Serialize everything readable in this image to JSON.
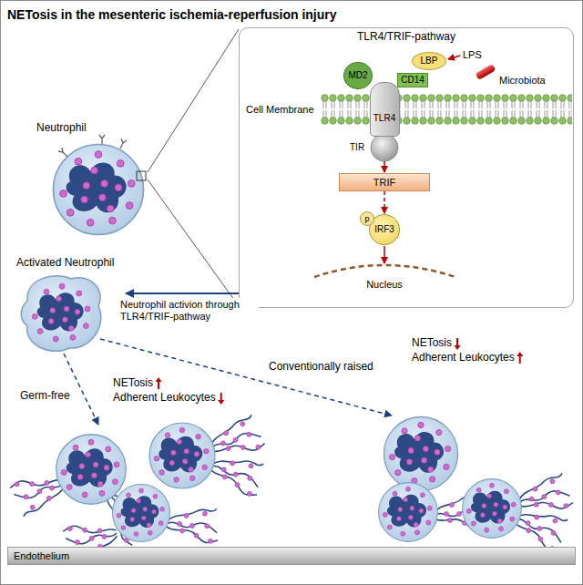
{
  "diagram": {
    "title": "NETosis in the mesenteric ischemia-reperfusion injury",
    "nodes": [
      {
        "text": [
          "Neutrophil"
        ]
      },
      {
        "text": [
          "TLR4/TRIF-pathway"
        ]
      },
      {
        "text": [
          "MD2"
        ],
        "in": 1
      },
      {
        "text": [
          "CD14"
        ],
        "in": 1
      },
      {
        "text": [
          "LBP"
        ],
        "in": 1
      },
      {
        "text": [
          "TLR4"
        ],
        "in": 1
      },
      {
        "text": [
          "TIR"
        ],
        "in": 1
      },
      {
        "text": [
          "TRIF"
        ],
        "in": 1
      },
      {
        "text": [
          "p"
        ],
        "in": 1
      },
      {
        "text": [
          "IRF3"
        ],
        "in": 1
      },
      {
        "text": [
          "Activated Neutrophil"
        ]
      },
      {
        "text": [
          "Endothelium"
        ]
      }
    ],
    "edges": [
      {
        "from": 0,
        "to": 1,
        "arrow": "none"
      },
      {
        "from": 6,
        "to": 7,
        "arrow": "to"
      },
      {
        "from": 7,
        "to": 9,
        "arrow": "to"
      },
      {
        "from": 1,
        "to": 10,
        "arrow": "to",
        "label": "Neutrophil activion through TLR4/TRIF-pathway"
      }
    ],
    "labels": [
      "Cell Membrane",
      "LPS",
      "Microbiota",
      "Nucleus",
      "Germ-free",
      "NETosis",
      "Adherent Leukocytes",
      "Conventionally raised",
      "NETosis",
      "Adherent Leukocytes"
    ]
  }
}
